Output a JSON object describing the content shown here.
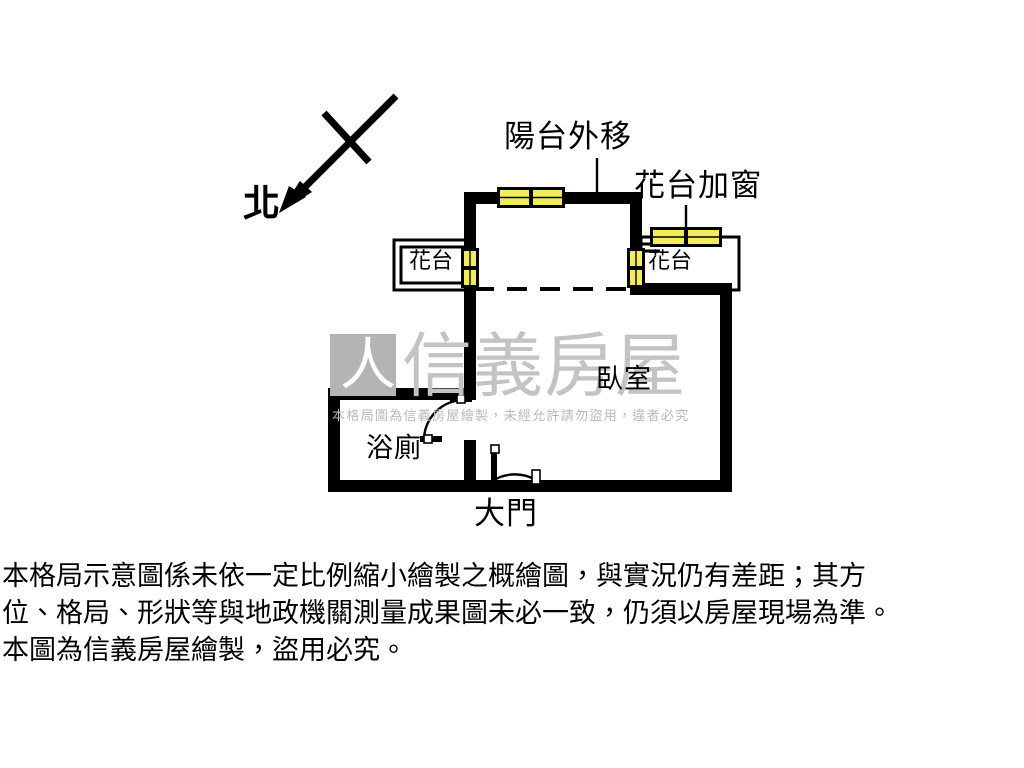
{
  "document": {
    "type": "floor-plan",
    "orientation_marker": "北"
  },
  "plan": {
    "callouts": [
      {
        "id": "balcony-move",
        "text": "陽台外移"
      },
      {
        "id": "planter-window",
        "text": "花台加窗"
      }
    ],
    "rooms": [
      {
        "id": "planter-left",
        "text": "花台"
      },
      {
        "id": "planter-right",
        "text": "花台"
      },
      {
        "id": "bedroom",
        "text": "臥室"
      },
      {
        "id": "bathroom",
        "text": "浴廁"
      }
    ],
    "openings": [
      {
        "id": "main-door",
        "text": "大門"
      }
    ],
    "compass": {
      "label": "北",
      "direction": "southwest"
    },
    "colors": {
      "wall": "#000000",
      "window_fill": "#F2EC5C",
      "window_stroke": "#000000",
      "thin_line": "#000000",
      "background": "#FFFFFF",
      "watermark_text": "#C3C3C3",
      "watermark_mark": "#B4B4B4",
      "watermark_notice": "#B9B9B9"
    }
  },
  "watermark": {
    "brand": "信義房屋",
    "mark_glyph": "人",
    "notice": "本格局圖為信義房屋繪製，未經允許請勿盜用，違者必究"
  },
  "disclaimer": {
    "line1": "本格局示意圖係未依一定比例縮小繪製之概繪圖，與實況仍有差距；其方",
    "line2": "位、格局、形狀等與地政機關測量成果圖未必一致，仍須以房屋現場為準。",
    "line3": "本圖為信義房屋繪製，盜用必究。"
  }
}
